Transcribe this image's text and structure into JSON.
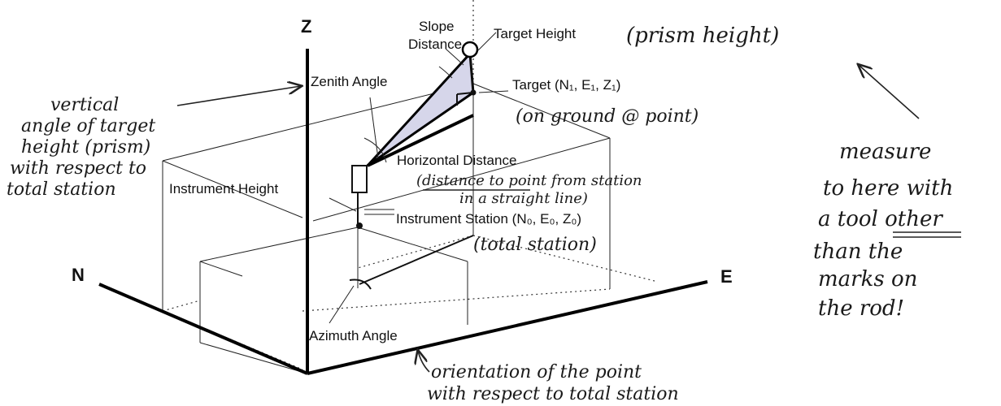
{
  "axes": {
    "z": "Z",
    "n": "N",
    "e": "E"
  },
  "labels": {
    "slope_distance_1": "Slope",
    "slope_distance_2": "Distance",
    "target_height": "Target Height",
    "zenith_angle": "Zenith Angle",
    "target": "Target (N₁, E₁, Z₁)",
    "horizontal_distance": "Horizontal Distance",
    "instrument_height": "Instrument Height",
    "instrument_station": "Instrument Station (N₀, E₀, Z₀)",
    "azimuth_angle": "Azimuth Angle"
  },
  "handwritten": {
    "prism_height": "(prism height)",
    "on_ground": "(on ground @ point)",
    "vertical_angle": [
      "vertical",
      "angle of target",
      "height (prism)",
      "with respect to",
      "total station"
    ],
    "distance_note": [
      "(distance to point from station",
      "in a straight line)"
    ],
    "total_station": "(total station)",
    "measure_note": [
      "measure",
      "to here with",
      "a tool other",
      "than the",
      "marks on",
      "the rod!"
    ],
    "orientation_note": [
      "orientation of the point",
      "with respect to total station"
    ]
  },
  "colors": {
    "triangle_fill": "#d6d6ea",
    "ink": "#111111"
  }
}
